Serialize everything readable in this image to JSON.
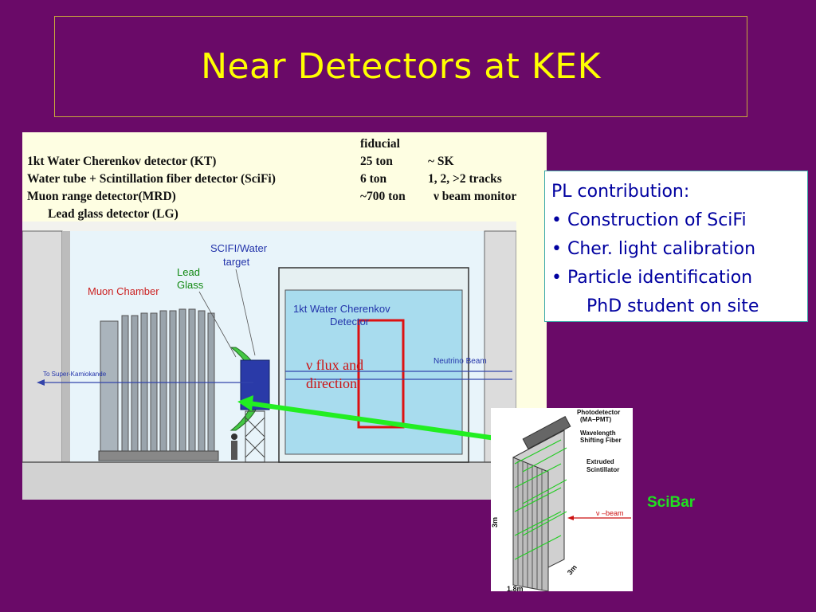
{
  "slide": {
    "title": "Near Detectors at KEK",
    "scibar_label": "SciBar"
  },
  "detector_table": {
    "fiducial_header": "fiducial",
    "rows": [
      {
        "name": "1kt Water Cherenkov detector (KT)",
        "mass": "25 ton",
        "role": "~ SK"
      },
      {
        "name": "Water tube + Scintillation fiber detector (SciFi)",
        "mass": "6 ton",
        "role": "1, 2, >2 tracks"
      },
      {
        "name": "Muon range detector(MRD)",
        "mass": "~700 ton",
        "role": "ν beam monitor"
      },
      {
        "name": "Lead glass detector (LG)",
        "mass": "",
        "role": ""
      }
    ]
  },
  "diagram_labels": {
    "scifi_water": "SCIFI/Water",
    "target": "target",
    "lead": "Lead",
    "glass": "Glass",
    "muon_chamber": "Muon Chamber",
    "kt_title": "1kt Water Cherenkov",
    "kt_title2": "Detector",
    "flux_line1": "ν flux and",
    "flux_line2": "direction",
    "neutrino_beam": "Neutrino    Beam",
    "to_kamiokande": "To Super-Kamiokande"
  },
  "scibar_labels": {
    "photodetector": "Photodetector",
    "ma_pmt": "(MA–PMT)",
    "wavelength": "Wavelength",
    "shifting_fiber": "Shifting Fiber",
    "extruded": "Extruded",
    "scintillator": "Scintillator",
    "beam": "ν –beam",
    "dim_3m_left": "3m",
    "dim_3m_right": "3m",
    "dim_18m": "1.8m"
  },
  "pl_contribution": {
    "heading": "PL contribution:",
    "items": [
      "• Construction of SciFi",
      "• Cher. light calibration",
      "• Particle identification"
    ],
    "sub_item": "PhD student on site"
  },
  "colors": {
    "background": "#6a0a68",
    "title": "#ffff00",
    "pl_text": "#0000a0",
    "arrow": "#22ee22",
    "scibar_label": "#20e020"
  }
}
